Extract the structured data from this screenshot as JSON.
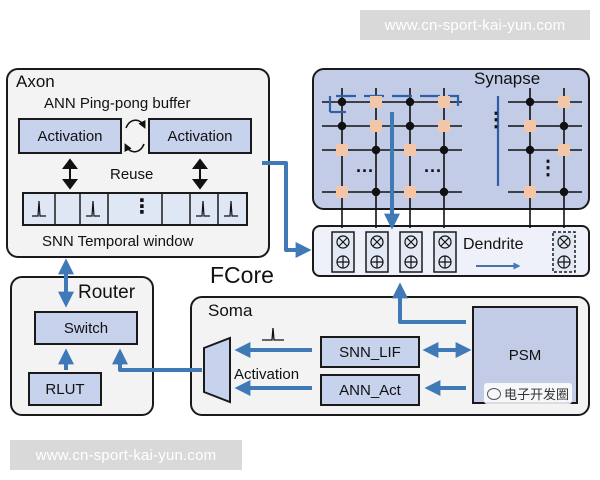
{
  "watermark_top": "www.cn-sport-kai-yun.com",
  "watermark_bottom": "www.cn-sport-kai-yun.com",
  "badge_text": "电子开发圈",
  "axon": {
    "title": "Axon",
    "buffer_label": "ANN Ping-pong buffer",
    "activation_left": "Activation",
    "activation_right": "Activation",
    "reuse_label": "Reuse",
    "window_label": "SNN Temporal window",
    "window_dots": "⋮"
  },
  "router": {
    "title": "Router",
    "switch_label": "Switch",
    "rlut_label": "RLUT"
  },
  "fcore_label": "FCore",
  "synapse": {
    "title": "Synapse",
    "dots": "⋮",
    "hdots": "···"
  },
  "dendrite": {
    "title": "Dendrite"
  },
  "soma": {
    "title": "Soma",
    "snn_lif": "SNN_LIF",
    "ann_act": "ANN_Act",
    "psm": "PSM",
    "activation_label": "Activation"
  },
  "colors": {
    "accent_arrow": "#3f79b6",
    "block_fill": "#c7d3ec",
    "synapse_fill": "#c2cce6",
    "node": "#f2c6a8"
  }
}
